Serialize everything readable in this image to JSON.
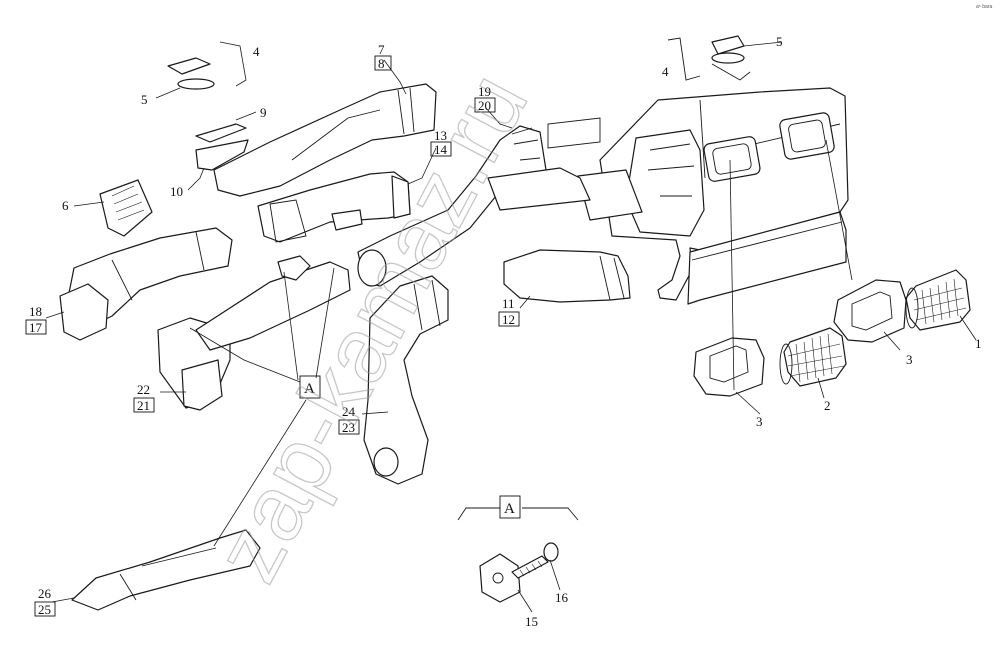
{
  "diagram": {
    "corner_mark": "a⁶ bara",
    "watermark": "zap-kamaz.ru",
    "section_label": "A",
    "callouts": {
      "c1": "1",
      "c2": "2",
      "c3a": "3",
      "c3b": "3",
      "c4a": "4",
      "c4b": "4",
      "c5a": "5",
      "c5b": "5",
      "c6": "6",
      "c7": "7",
      "c8": "8",
      "c9": "9",
      "c10": "10",
      "c11": "11",
      "c12": "12",
      "c13": "13",
      "c14": "14",
      "c15": "15",
      "c16": "16",
      "c17": "17",
      "c18": "18",
      "c19": "19",
      "c20": "20",
      "c21": "21",
      "c22": "22",
      "c23": "23",
      "c24": "24",
      "c25": "25",
      "c26": "26"
    }
  },
  "colors": {
    "line": "#1a1a1a",
    "watermark": "#9a9a9a",
    "background": "#ffffff"
  }
}
